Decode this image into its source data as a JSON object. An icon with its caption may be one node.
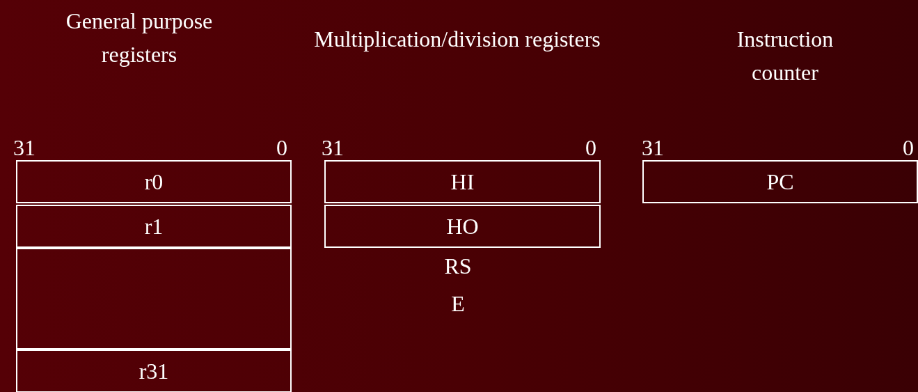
{
  "diagram": {
    "nodes": [
      {
        "text": [
          "r0"
        ]
      },
      {
        "text": [
          "r1"
        ]
      },
      {
        "text": [],
        "shape": "box"
      },
      {
        "text": [
          "r31"
        ]
      },
      {
        "text": [
          "HI"
        ]
      },
      {
        "text": [
          "HO"
        ]
      },
      {
        "text": [
          "PC"
        ]
      }
    ],
    "labels": [
      "General purpose registers",
      "Multiplication/division registers",
      "Instruction counter",
      "31",
      "0",
      "31",
      "0",
      "31",
      "0",
      "RS",
      "E"
    ]
  }
}
